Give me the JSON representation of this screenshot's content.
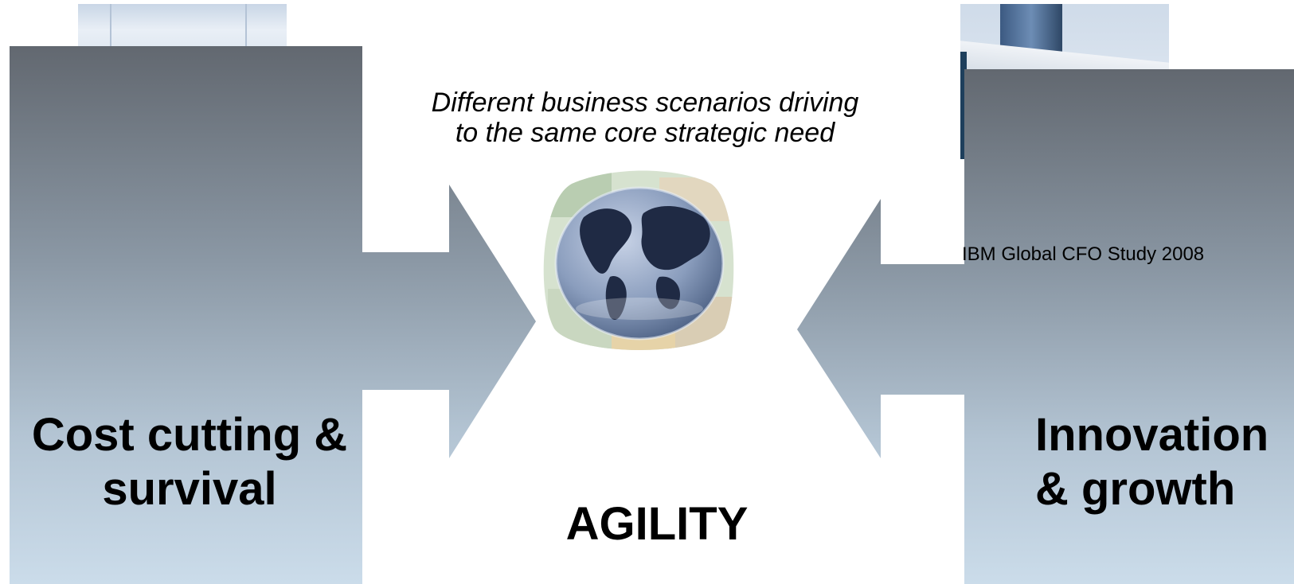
{
  "caption": {
    "line1": "Different business scenarios driving",
    "line2": "to the same core strategic need"
  },
  "left_panel": {
    "title_line1": "Cost cutting &",
    "title_line2": "survival"
  },
  "right_panel": {
    "title_line1": "Innovation",
    "title_line2": "& growth"
  },
  "center": {
    "label": "AGILITY",
    "image": "globe-over-currency-collage"
  },
  "source_note": "IBM Global CFO Study 2008",
  "colors": {
    "panel_top": "#626870",
    "panel_bottom": "#cbdcea",
    "text": "#000000",
    "background": "#ffffff"
  }
}
